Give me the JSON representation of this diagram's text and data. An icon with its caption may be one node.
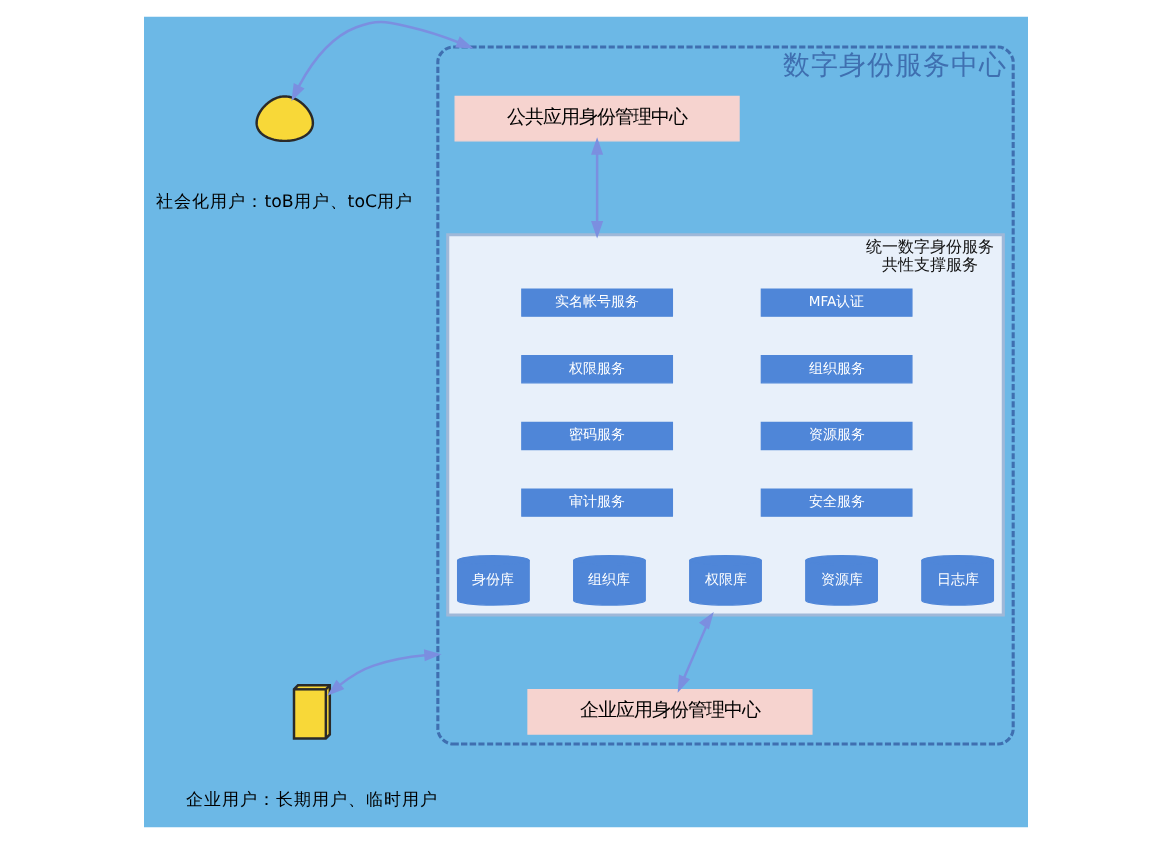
{
  "diagram": {
    "nodes": [
      {
        "text": [
          "数字身份服务中心"
        ]
      },
      {
        "text": [
          "公共应用身份管理中心"
        ],
        "in": 0
      },
      {
        "text": [
          "统一数字身份服务",
          "共性支撑服务"
        ],
        "in": 0
      },
      {
        "text": [
          "实名帐号服务"
        ],
        "in": 2
      },
      {
        "text": [
          "MFA认证"
        ],
        "in": 2
      },
      {
        "text": [
          "权限服务"
        ],
        "in": 2
      },
      {
        "text": [
          "组织服务"
        ],
        "in": 2
      },
      {
        "text": [
          "密码服务"
        ],
        "in": 2
      },
      {
        "text": [
          "资源服务"
        ],
        "in": 2
      },
      {
        "text": [
          "审计服务"
        ],
        "in": 2
      },
      {
        "text": [
          "安全服务"
        ],
        "in": 2
      },
      {
        "text": [
          "身份库"
        ],
        "in": 2
      },
      {
        "text": [
          "组织库"
        ],
        "in": 2
      },
      {
        "text": [
          "权限库"
        ],
        "in": 2
      },
      {
        "text": [
          "资源库"
        ],
        "in": 2
      },
      {
        "text": [
          "日志库"
        ],
        "in": 2
      },
      {
        "text": [
          "企业应用身份管理中心"
        ],
        "in": 0
      },
      {
        "text": [],
        "shape": "person",
        "beside": [
          "社会化用户：toB用户、toC用户"
        ]
      },
      {
        "text": [],
        "shape": "picture",
        "beside": [
          "企业用户：长期用户、临时用户"
        ]
      }
    ],
    "edges": [
      {
        "from": 17,
        "to": 0,
        "arrow": "both"
      },
      {
        "from": 18,
        "to": 0,
        "arrow": "both"
      },
      {
        "from": 1,
        "to": 2,
        "arrow": "both"
      },
      {
        "from": 2,
        "to": 16,
        "arrow": "both"
      }
    ]
  }
}
